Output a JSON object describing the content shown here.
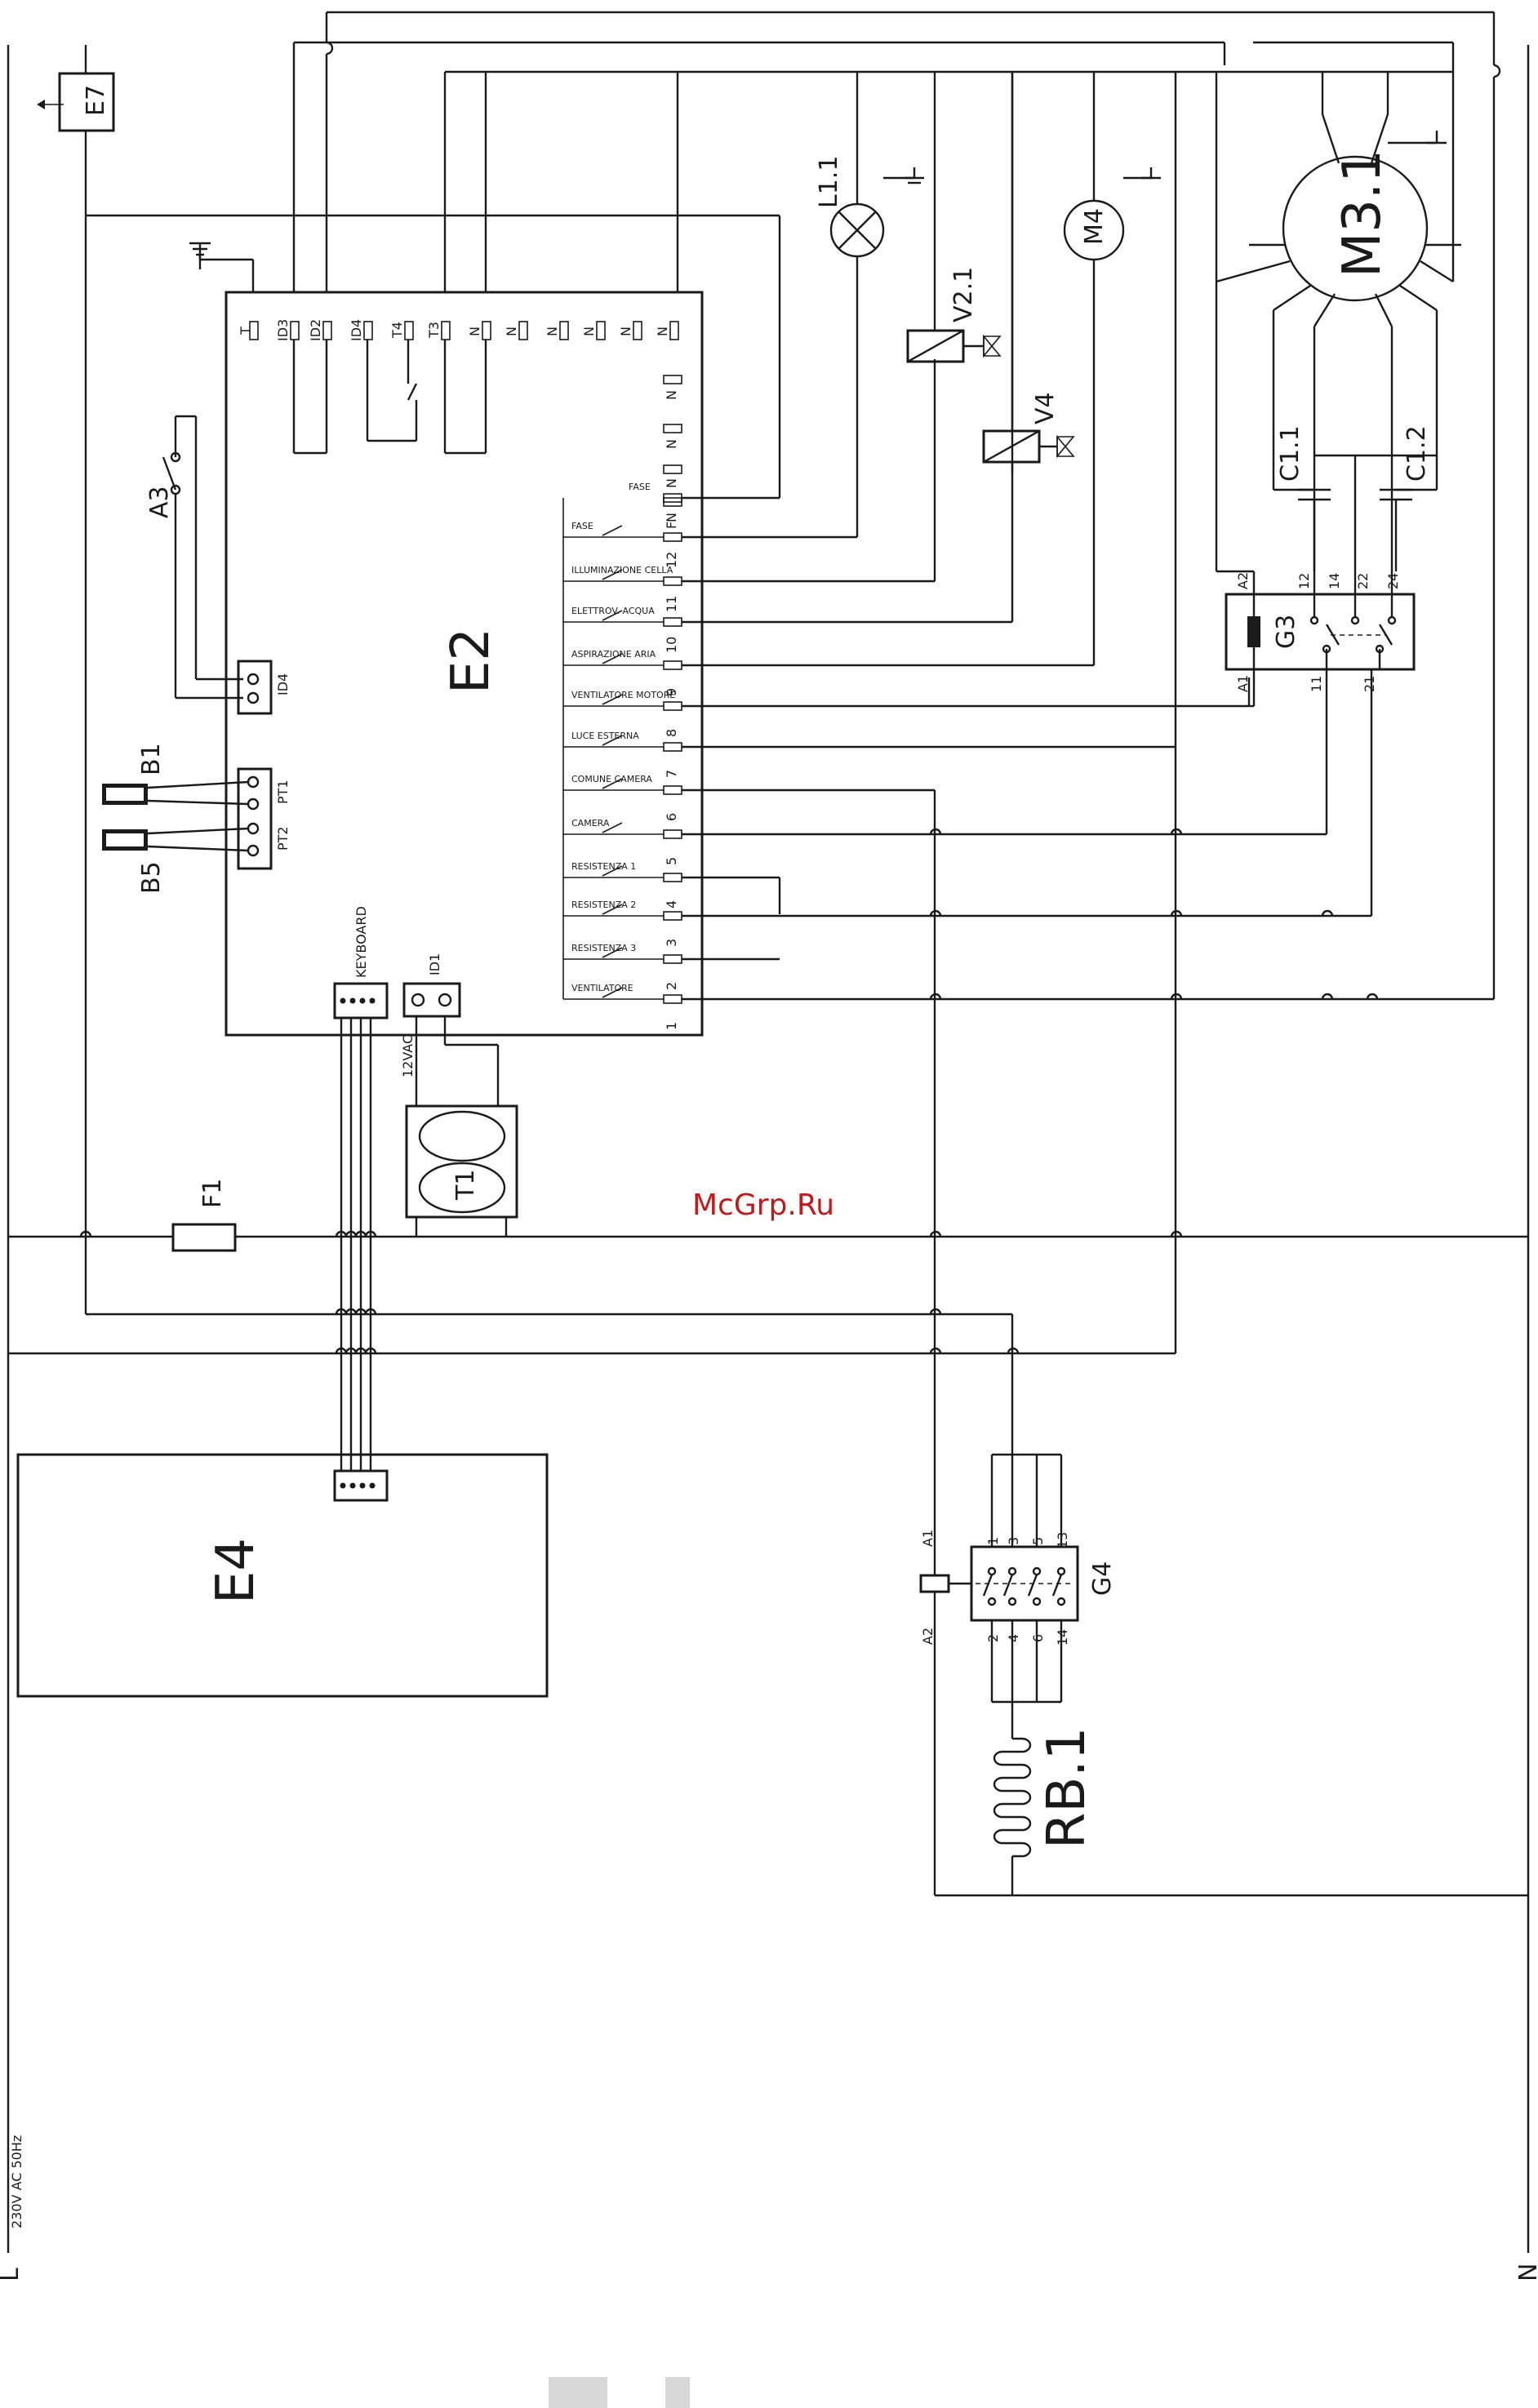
{
  "supply": {
    "rating": "230V AC 50Hz",
    "line_label": "L",
    "neutral_label": "N"
  },
  "components": {
    "E2": "E2",
    "E4": "E4",
    "E7": "E7",
    "T1": "T1",
    "F1": "F1",
    "A3": "A3",
    "B1": "B1",
    "B5": "B5",
    "L1_1": "L1.1",
    "V2_1": "V2.1",
    "V4": "V4",
    "M4": "M4",
    "M3_1": "M3.1",
    "C1_1": "C1.1",
    "C1_2": "C1.2",
    "G3": "G3",
    "G4": "G4",
    "RB_1": "RB.1"
  },
  "connectors": {
    "ID4": "ID4",
    "PT1": "PT1",
    "PT2": "PT2",
    "keyboard": "KEYBOARD",
    "ID1": "ID1",
    "vac": "12VAC"
  },
  "e2_top_pins": [
    "T",
    "ID3",
    "ID2",
    "ID4",
    "T4",
    "T3",
    "N",
    "N",
    "N",
    "N",
    "N",
    "N"
  ],
  "e2_right_pins": [
    "N",
    "N",
    "N",
    "N",
    "F",
    "12",
    "11",
    "10",
    "9",
    "8",
    "7",
    "6",
    "5",
    "4",
    "3",
    "2",
    "1"
  ],
  "relay_labels": [
    "FASE",
    "ILLUMINAZIONE CELLA",
    "ELETTROV. ACQUA",
    "ASPIRAZIONE ARIA",
    "VENTILATORE MOTORE",
    "LUCE ESTERNA",
    "COMUNE CAMERA",
    "CAMERA",
    "RESISTENZA 1",
    "RESISTENZA 2",
    "RESISTENZA 3",
    "VENTILATORE"
  ],
  "g3_pins": {
    "A1": "A1",
    "A2": "A2",
    "p11": "11",
    "p12": "12",
    "p14": "14",
    "p21": "21",
    "p22": "22",
    "p24": "24"
  },
  "g4_pins": {
    "A1": "A1",
    "A2": "A2",
    "top": [
      "1",
      "3",
      "5",
      "13"
    ],
    "bottom": [
      "2",
      "4",
      "6",
      "14"
    ]
  },
  "watermark": "McGrp.Ru",
  "colors": {
    "ink": "#1a1a1a",
    "watermark": "#c21a1a",
    "paper": "#ffffff"
  }
}
